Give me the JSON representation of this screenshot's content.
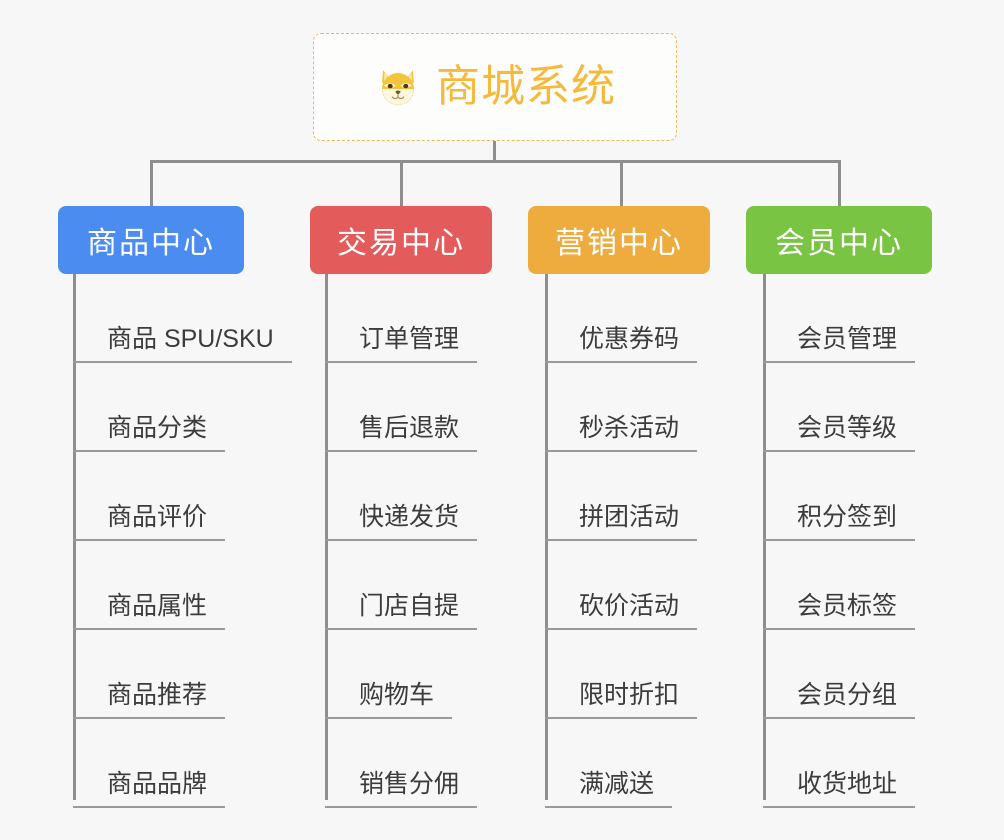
{
  "background_color": "#f7f7f7",
  "root": {
    "icon": "shiba-dog-face-icon",
    "title": "商城系统",
    "title_color": "#f5b93c",
    "border_color": "#e8b95d",
    "border_style": "dashed"
  },
  "connector_color": "#8e8e8e",
  "columns": [
    {
      "label": "商品中心",
      "color": "#4a8cef",
      "items": [
        "商品 SPU/SKU",
        "商品分类",
        "商品评价",
        "商品属性",
        "商品推荐",
        "商品品牌"
      ]
    },
    {
      "label": "交易中心",
      "color": "#e35b5b",
      "items": [
        "订单管理",
        "售后退款",
        "快递发货",
        "门店自提",
        "购物车",
        "销售分佣"
      ]
    },
    {
      "label": "营销中心",
      "color": "#eeac3f",
      "items": [
        "优惠券码",
        "秒杀活动",
        "拼团活动",
        "砍价活动",
        "限时折扣",
        "满减送"
      ]
    },
    {
      "label": "会员中心",
      "color": "#79c442",
      "items": [
        "会员管理",
        "会员等级",
        "积分签到",
        "会员标签",
        "会员分组",
        "收货地址"
      ]
    }
  ]
}
